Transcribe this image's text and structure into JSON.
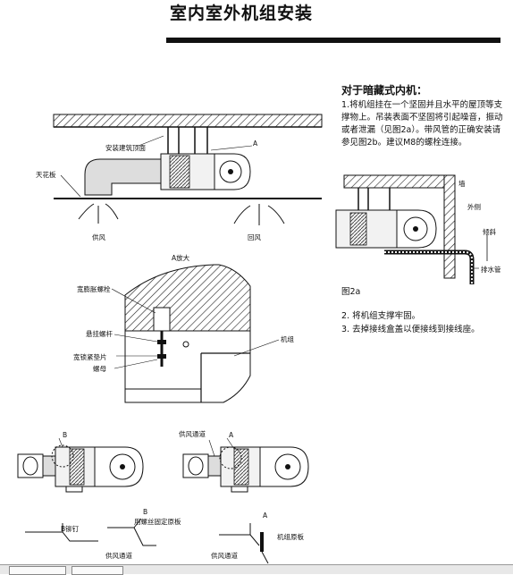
{
  "page": {
    "title": "室内室外机组安装"
  },
  "right_text": {
    "heading": "对于暗藏式内机：",
    "para1": "1.将机组挂在一个坚固并且水平的屋顶等支撑物上。吊装表面不坚固将引起噪音，振动或者泄漏（见图2a）。带风管的正确安装请参见图2b。建议M8的螺栓连接。",
    "fig_label": "图2a",
    "para2": "2. 将机组支撑牢固。",
    "para3": "3. 去掉接线盒盖以便接线到接线座。"
  },
  "fig1_labels": {
    "mount_surface": "安装建筑顶面",
    "a_marker": "A",
    "ceiling": "天花板",
    "supply": "供风",
    "return": "回风"
  },
  "detail_labels": {
    "title": "A放大",
    "expansion_bolt": "宽膨胀螺栓",
    "hanger_rod": "悬挂螺杆",
    "washer": "宽锁紧垫片",
    "nut": "螺母",
    "unit": "机组"
  },
  "fig2a_labels": {
    "wall": "墙",
    "outside": "外侧",
    "slope": "倾斜",
    "drain": "排水管"
  },
  "bottom_labels": {
    "b1": "B",
    "duct": "供风通道",
    "a1": "A",
    "rivet": "B铆钉",
    "b2": "B",
    "screw_fix": "用螺丝固定原板",
    "duct2": "供风通道",
    "a2": "A",
    "unit_plate": "机组原板",
    "duct3": "供风通道"
  }
}
